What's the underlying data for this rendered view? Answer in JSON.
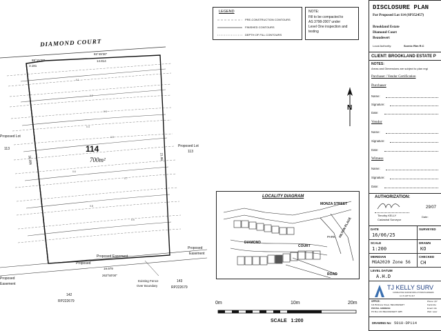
{
  "legend": {
    "title": "LEGEND",
    "items": [
      {
        "label": "PRE-CONSTRUCTION CONTOURS"
      },
      {
        "label": "FINISHED CONTOURS"
      },
      {
        "label": "DEPTH OF FILL CONTOURS"
      }
    ]
  },
  "note": {
    "title": "NOTE:",
    "lines": [
      "Fill to be compacted to",
      "AS 3798-2007 under",
      "Level One inspection and",
      "testing"
    ]
  },
  "plan": {
    "road_name": "DIAMOND COURT",
    "lot_number": "114",
    "lot_area": "700m²",
    "bearing_top": "83°49'30\"",
    "bearing_left": "88°15'30\"",
    "dim_top": "14.814",
    "dim_small": "3.181",
    "dim_left": "36.995",
    "dim_right": "21.99",
    "bearing_bottom": "263°50'00\"",
    "dim_bottom": "19.979",
    "left_label_1": "Proposed Lot",
    "left_label_2": "113",
    "right_label_1": "Proposed Lot",
    "right_label_2": "113",
    "easement_1": "Proposed Easement",
    "easement_2": "Proposed",
    "easement_3": "Easement",
    "easement_4": "Proposed",
    "easement_5": "Easement",
    "bottom_left_lot": "142",
    "bottom_left_rp": "RP222679",
    "fence_1": "Existing Fence",
    "fence_2": "Over Boundary",
    "bottom_right_lot": "143",
    "bottom_right_rp": "RP222679"
  },
  "locality": {
    "title": "LOCALITY DIAGRAM",
    "street_1": "MONZA STREET",
    "street_2": "HILTON PLACE",
    "street_3": "DIAMOND",
    "street_4": "COURT",
    "street_5": "ROAD",
    "park": "PARK"
  },
  "scale_bar": {
    "tick_0": "0m",
    "tick_1": "10m",
    "tick_2": "20m",
    "label": "SCALE   1:200"
  },
  "title_block": {
    "heading": "DISCLOSURE PLAN",
    "subheading": "For Proposed Lot 114 (SP352457)",
    "estate": "Brookland Estate",
    "street": "Diamond Court",
    "suburb": "Beaudesert",
    "local_authority_label": "Local Authority:",
    "local_authority": "Scenic Rim R.C",
    "client": "CLIENT: BROOKLAND ESTATE P",
    "notes_title": "NOTES:",
    "notes_text": "Areas and Dimensions are subject to plan regi",
    "certification": "Purchaser / Vendor Certification",
    "purchaser": "Purchaser",
    "vendor": "Vendor",
    "witness": "Witness",
    "field_name": "Name:",
    "field_signature": "Signature:",
    "field_date": "Date:",
    "authorization": "AUTHORIZATION:",
    "auth_date": "29/07",
    "surveyor_name": "Timothy KELLY",
    "surveyor_role": "Cadastral Surveyor",
    "date_label_short": "Date:",
    "date_label": "DATE",
    "date_value": "16/06/25",
    "surveyed_label": "SURVEYED",
    "surveyed_value": "",
    "scale_label": "SCALE",
    "scale_value": "1:200",
    "drawn_label": "DRAWN",
    "drawn_value": "KO",
    "meridian_label": "MERIDIAN",
    "meridian_value": "MGA2020 Zone 56",
    "checked_label": "CHECKED",
    "checked_value": "CH",
    "level_datum_label": "LEVEL DATUM",
    "level_datum_value": "A.H.D",
    "company": "TJ KELLY SURV",
    "company_sub": "CONSULTING SURVEYORS & TOWN PLANNERS",
    "company_acn": "A.C.N 128 712 417",
    "office_label": "OFFICE:",
    "office_1": "111 Brisbane Street, BEAUDESERT",
    "office_2": "POSTAL ADDRESS:",
    "office_3": "PO Box 213 BEAUDESERT 4285",
    "phone": "Phone: (07",
    "fax": "Facsimile:",
    "email": "Email: info",
    "web": "Web: www",
    "drawing_no_label": "DRAWING No:",
    "drawing_no": "5010-DP114"
  }
}
